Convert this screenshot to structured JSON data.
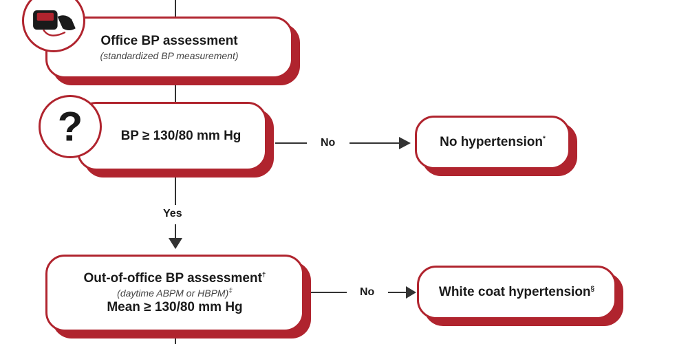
{
  "office": {
    "title": "Office BP assessment",
    "subtitle": "(standardized BP measurement)"
  },
  "decision": {
    "title": "BP ≥ 130/80 mm Hg"
  },
  "no_hypertension": {
    "title": "No hypertension",
    "mark": "*"
  },
  "out_of_office": {
    "title": "Out-of-office BP assessment",
    "title_mark": "†",
    "subtitle": "(daytime ABPM or HBPM)",
    "subtitle_mark": "‡",
    "criterion": "Mean ≥ 130/80 mm Hg"
  },
  "white_coat": {
    "title": "White coat hypertension",
    "mark": "§"
  },
  "edges": {
    "no_1": "No",
    "yes": "Yes",
    "no_2": "No"
  },
  "icons": {
    "office": "bp-monitor-icon",
    "decision": "question-mark-icon"
  },
  "colors": {
    "accent": "#b0242e",
    "line": "#333333"
  }
}
